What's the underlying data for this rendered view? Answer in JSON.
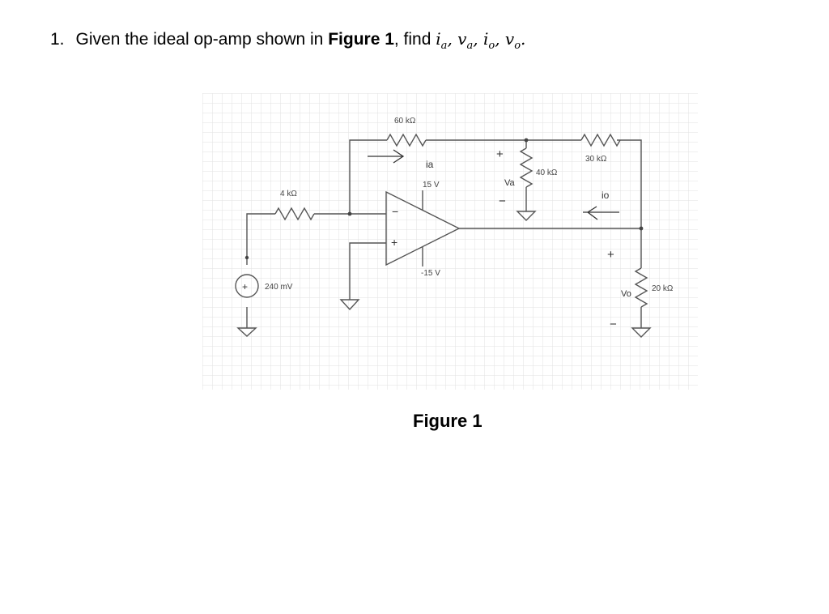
{
  "question": {
    "number": "1.",
    "prefix": "Given the ideal op-amp shown in",
    "figure_ref": "Figure 1",
    "middle": ", find",
    "vars": [
      {
        "base": "i",
        "sub": "a"
      },
      {
        "base": "v",
        "sub": "a"
      },
      {
        "base": "i",
        "sub": "o"
      },
      {
        "base": "v",
        "sub": "o"
      }
    ]
  },
  "circuit": {
    "r_feedback": "60 kΩ",
    "r_input": "4 kΩ",
    "r_load_a": "40 kΩ",
    "r_out": "30 kΩ",
    "r_load_o": "20 kΩ",
    "source": "240 mV",
    "v_pos": "15 V",
    "v_neg": "-15 V",
    "label_ia": "ia",
    "label_va": "Va",
    "label_io": "io",
    "label_vo": "Vo",
    "plus": "+",
    "minus": "−"
  },
  "caption": "Figure 1"
}
